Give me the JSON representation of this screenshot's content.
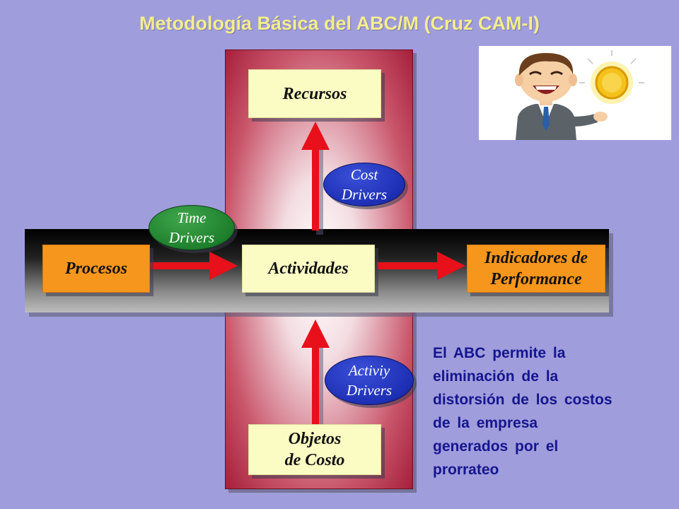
{
  "title": "Metodología Básica del ABC/M (Cruz CAM-I)",
  "boxes": {
    "recursos": "Recursos",
    "procesos": "Procesos",
    "actividades": "Actividades",
    "indicadores_line1": "Indicadores de",
    "indicadores_line2": "Performance",
    "objetos_line1": "Objetos",
    "objetos_line2": "de Costo"
  },
  "drivers": {
    "time_line1": "Time",
    "time_line2": "Drivers",
    "cost_line1": "Cost",
    "cost_line2": "Drivers",
    "activity_line1": "Activiy",
    "activity_line2": "Drivers"
  },
  "note_lines": [
    "El ABC permite la",
    "eliminación de la",
    "distorsión de los costos",
    "de la empresa",
    "generados por el",
    "prorrateo"
  ],
  "colors": {
    "background": "#a09ddc",
    "title": "#f3ee8c",
    "note": "#15158f",
    "arrow": "#e8101a"
  }
}
